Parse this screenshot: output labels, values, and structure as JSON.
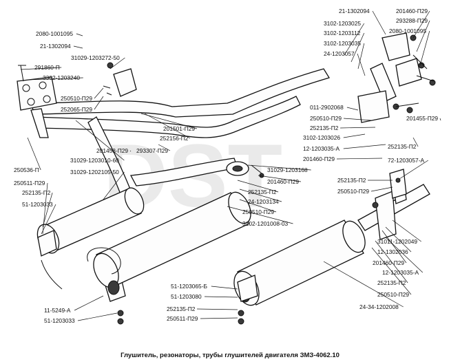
{
  "caption": "Глушитель, резонаторы, трубы глушителей двигателя ЗМЗ-4062.10",
  "watermark": "DST",
  "labels": [
    "2080-1001095",
    "21-1302094",
    "31029-1203272-50",
    "291860-П",
    "3302-1203240",
    "250510-П29",
    "252065-П29",
    "201501-П29",
    "252156-П2",
    "201458-П29",
    "293307-П29",
    "31029-1203010-60",
    "31029-1202105-50",
    "250536-П",
    "250511-П29",
    "252135-П2",
    "51-1203033",
    "31029-1203168",
    "201460-П29",
    "252135-П2",
    "24-1203134",
    "250510-П29",
    "3102-1201008-03",
    "51-1203065-Б",
    "51-1203080",
    "252135-П2",
    "250511-П29",
    "11-5249-А",
    "51-1203033",
    "24-34-1202008",
    "21-1302094",
    "201460-П29",
    "293288-П29",
    "2080-1001095",
    "3102-1203025",
    "3102-1203112",
    "3102-1203035",
    "24-1203057",
    "011-2902068",
    "250510-П29",
    "252135-П2",
    "201455-П29",
    "3102-1203026",
    "12-1203035-А",
    "201460-П29",
    "252135-П2",
    "72-1203057-А",
    "252135-П2",
    "250510-П29",
    "31011-1202049",
    "12-1302036",
    "201460-П29",
    "12-1203035-А",
    "252135-П2",
    "250510-П29"
  ]
}
